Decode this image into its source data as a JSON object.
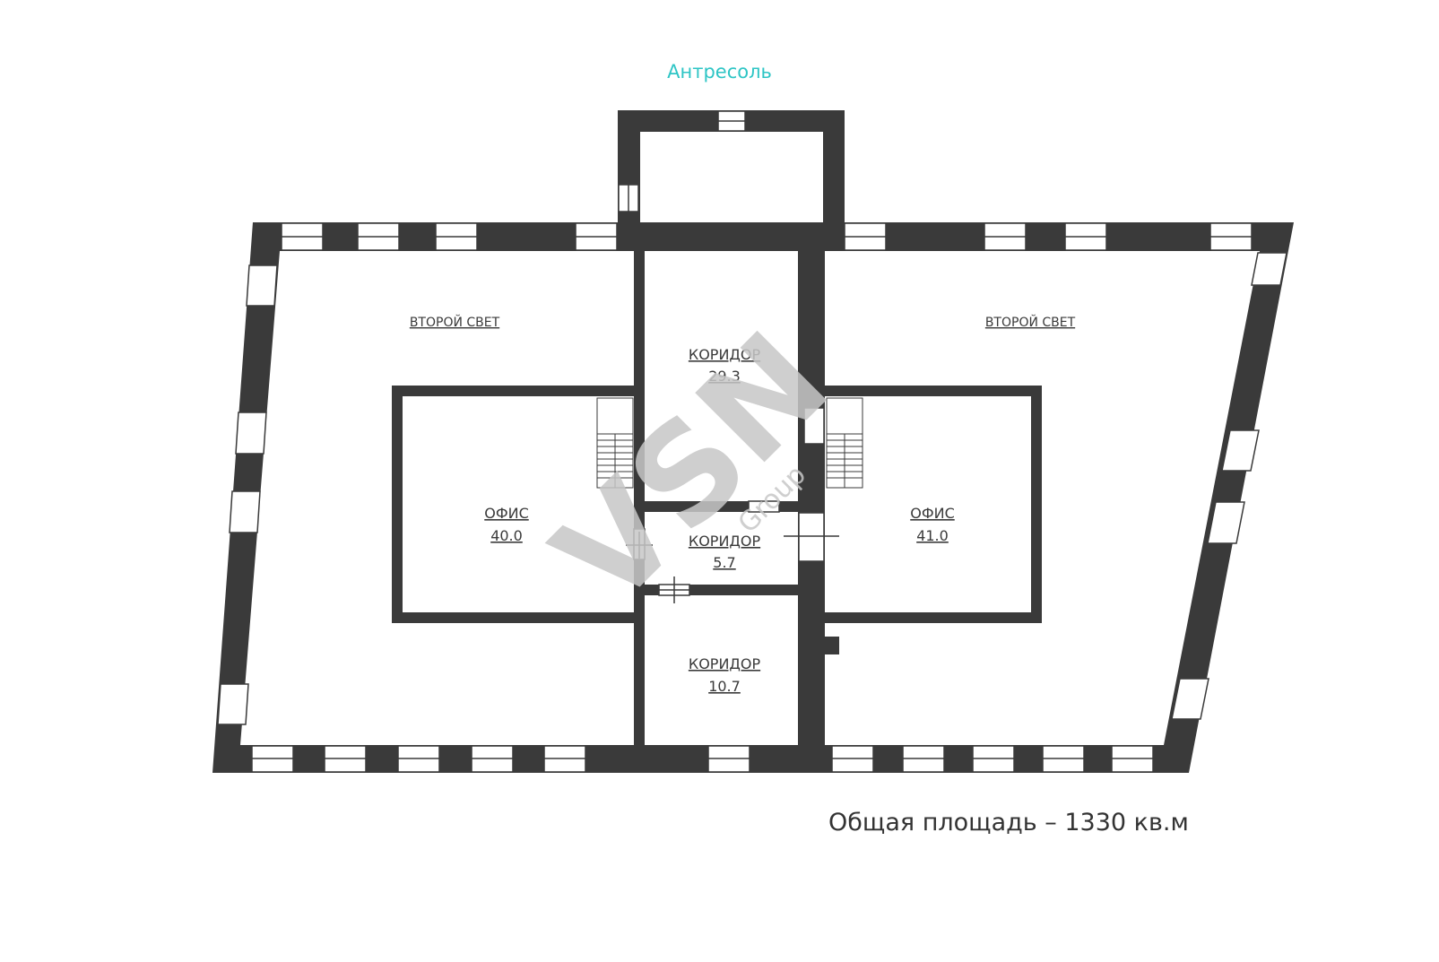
{
  "plan": {
    "title": "Антресоль",
    "total_area": "Общая площадь – 1330 кв.м",
    "watermark": {
      "brand": "VSN",
      "sub": "Group"
    },
    "rooms": [
      {
        "name": "ВТОРОЙ СВЕТ",
        "area": ""
      },
      {
        "name": "ВТОРОЙ СВЕТ",
        "area": ""
      },
      {
        "name": "КОРИДОР",
        "area": "29.3"
      },
      {
        "name": "ОФИС",
        "area": "40.0"
      },
      {
        "name": "КОРИДОР",
        "area": "5.7"
      },
      {
        "name": "ОФИС",
        "area": "41.0"
      },
      {
        "name": "КОРИДОР",
        "area": "10.7"
      }
    ],
    "colors": {
      "wall": "#3a3a3a",
      "title": "#2ec5c5",
      "watermark": "#c7c7c7"
    }
  }
}
